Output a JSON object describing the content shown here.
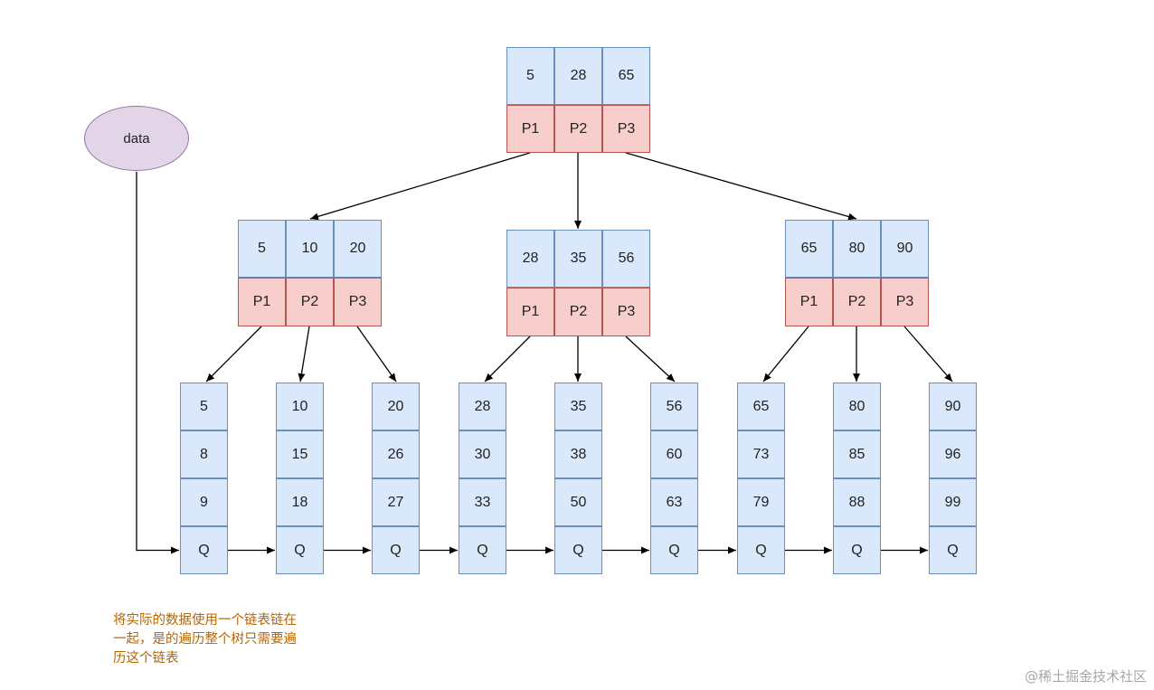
{
  "root": {
    "keys": [
      "5",
      "28",
      "65"
    ],
    "pointers": [
      "P1",
      "P2",
      "P3"
    ]
  },
  "internal_nodes": [
    {
      "keys": [
        "5",
        "10",
        "20"
      ],
      "pointers": [
        "P1",
        "P2",
        "P3"
      ]
    },
    {
      "keys": [
        "28",
        "35",
        "56"
      ],
      "pointers": [
        "P1",
        "P2",
        "P3"
      ]
    },
    {
      "keys": [
        "65",
        "80",
        "90"
      ],
      "pointers": [
        "P1",
        "P2",
        "P3"
      ]
    }
  ],
  "leaves": [
    {
      "values": [
        "5",
        "8",
        "9"
      ],
      "link": "Q"
    },
    {
      "values": [
        "10",
        "15",
        "18"
      ],
      "link": "Q"
    },
    {
      "values": [
        "20",
        "26",
        "27"
      ],
      "link": "Q"
    },
    {
      "values": [
        "28",
        "30",
        "33"
      ],
      "link": "Q"
    },
    {
      "values": [
        "35",
        "38",
        "50"
      ],
      "link": "Q"
    },
    {
      "values": [
        "56",
        "60",
        "63"
      ],
      "link": "Q"
    },
    {
      "values": [
        "65",
        "73",
        "79"
      ],
      "link": "Q"
    },
    {
      "values": [
        "80",
        "85",
        "88"
      ],
      "link": "Q"
    },
    {
      "values": [
        "90",
        "96",
        "99"
      ],
      "link": "Q"
    }
  ],
  "data_node": {
    "label": "data"
  },
  "note": {
    "lines": [
      "将实际的数据使用一个链表链在",
      "一起，是的遍历整个树只需要遍",
      "历这个链表"
    ]
  },
  "watermark": "@稀土掘金技术社区",
  "colors": {
    "key_fill": "#dae8fc",
    "key_stroke": "#6c8ebf",
    "pointer_fill": "#f8cecc",
    "pointer_stroke": "#b85450",
    "data_fill": "#e1d5e7",
    "data_stroke": "#9673a6",
    "note_text": "#b46504"
  }
}
